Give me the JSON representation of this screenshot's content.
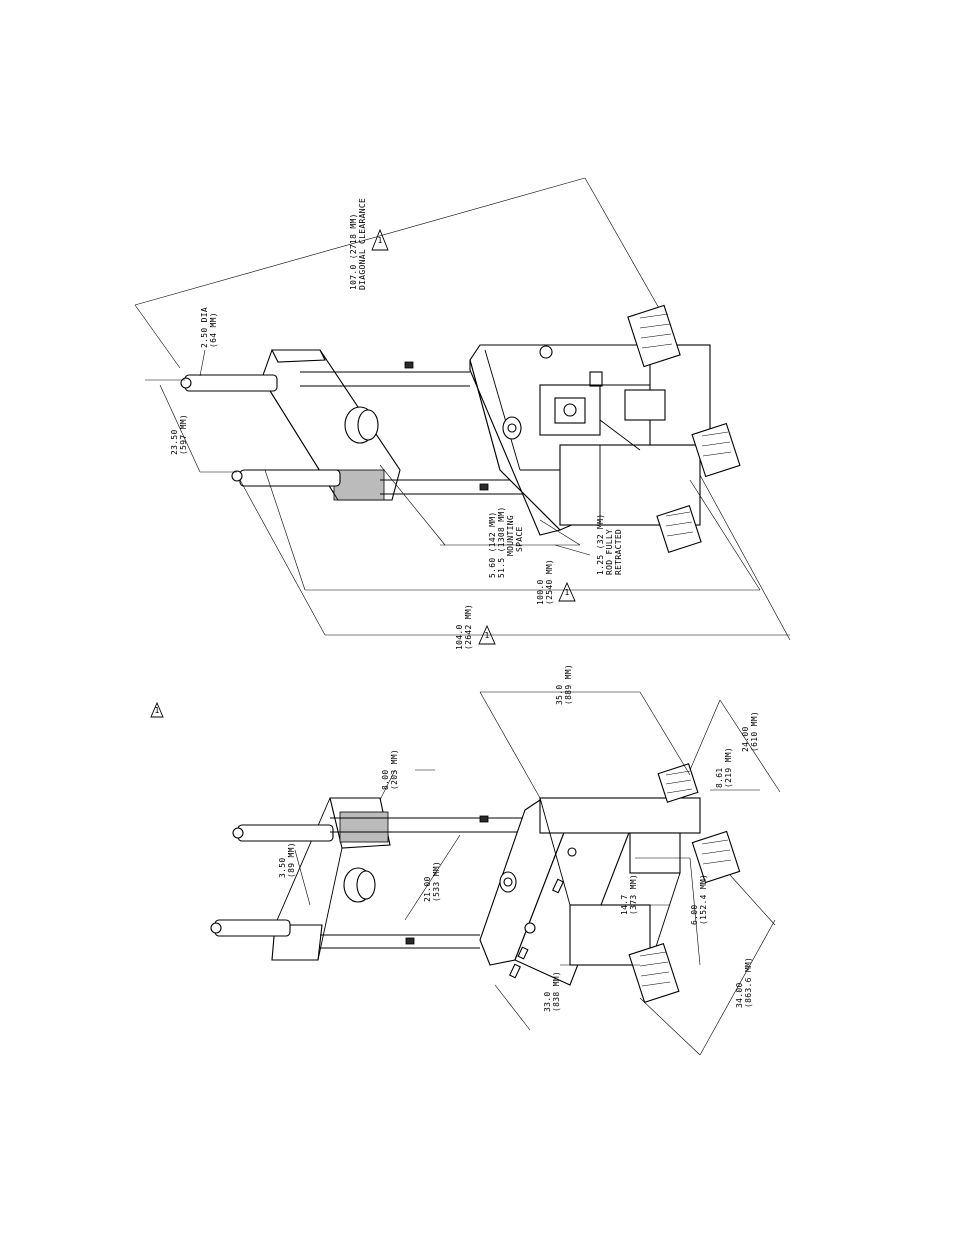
{
  "top_view": {
    "diagonal_clearance": {
      "line1": "107.0 (2718 MM)",
      "line2": "DIAGONAL CLEARANCE",
      "note": "1"
    },
    "rod_dia": {
      "line1": "2.50 DIA",
      "line2": "(64 MM)"
    },
    "rod_spacing": {
      "line1": "23.50",
      "line2": "(597 MM)"
    },
    "mounting_space": {
      "line1": "5.60 (142 MM)",
      "line2": "51.5 (1308 MM)",
      "line3": "MOUNTING",
      "line4": "SPACE"
    },
    "rod_retracted": {
      "line1": "1.25 (32 MM)",
      "line2": "ROD FULLY",
      "line3": "RETRACTED"
    },
    "height_100": {
      "line1": "100.0",
      "line2": "(2540 MM)",
      "note": "1"
    },
    "height_104": {
      "line1": "104.0",
      "line2": "(2642 MM)",
      "note": "1"
    }
  },
  "bottom_view": {
    "note_symbol": "1",
    "depth_35": {
      "line1": "35.0",
      "line2": "(889 MM)"
    },
    "width_24": {
      "line1": "24.00",
      "line2": "(610 MM)"
    },
    "dim_861": {
      "line1": "8.61",
      "line2": "(219 MM)"
    },
    "dim_800": {
      "line1": "8.00",
      "line2": "(203 MM)"
    },
    "dim_350": {
      "line1": "3.50",
      "line2": "(89 MM)"
    },
    "dim_2100": {
      "line1": "21.00",
      "line2": "(533 MM)"
    },
    "dim_147": {
      "line1": "14.7",
      "line2": "(373 MM)"
    },
    "dim_600": {
      "line1": "6.00",
      "line2": "(152.4 MM)"
    },
    "dim_330": {
      "line1": "33.0",
      "line2": "(838 MM)"
    },
    "dim_3400": {
      "line1": "34.00",
      "line2": "(863.6 MM)"
    }
  }
}
